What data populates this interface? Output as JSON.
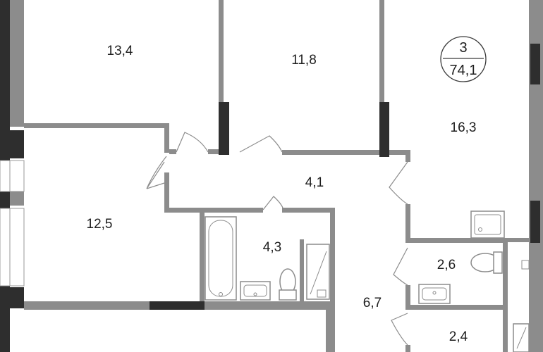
{
  "plan": {
    "apartment": {
      "rooms_count": "3",
      "total_area": "74,1"
    },
    "rooms": [
      {
        "id": "room-bedroom-left",
        "area": "13,4"
      },
      {
        "id": "room-bedroom-middle",
        "area": "11,8"
      },
      {
        "id": "room-living-kitchen",
        "area": "16,3"
      },
      {
        "id": "room-hall",
        "area": "4,1"
      },
      {
        "id": "room-bedroom-lower",
        "area": "12,5"
      },
      {
        "id": "room-bathroom",
        "area": "4,3"
      },
      {
        "id": "room-corridor",
        "area": "6,7"
      },
      {
        "id": "room-wc",
        "area": "2,6"
      },
      {
        "id": "room-storage",
        "area": "2,4"
      }
    ]
  }
}
